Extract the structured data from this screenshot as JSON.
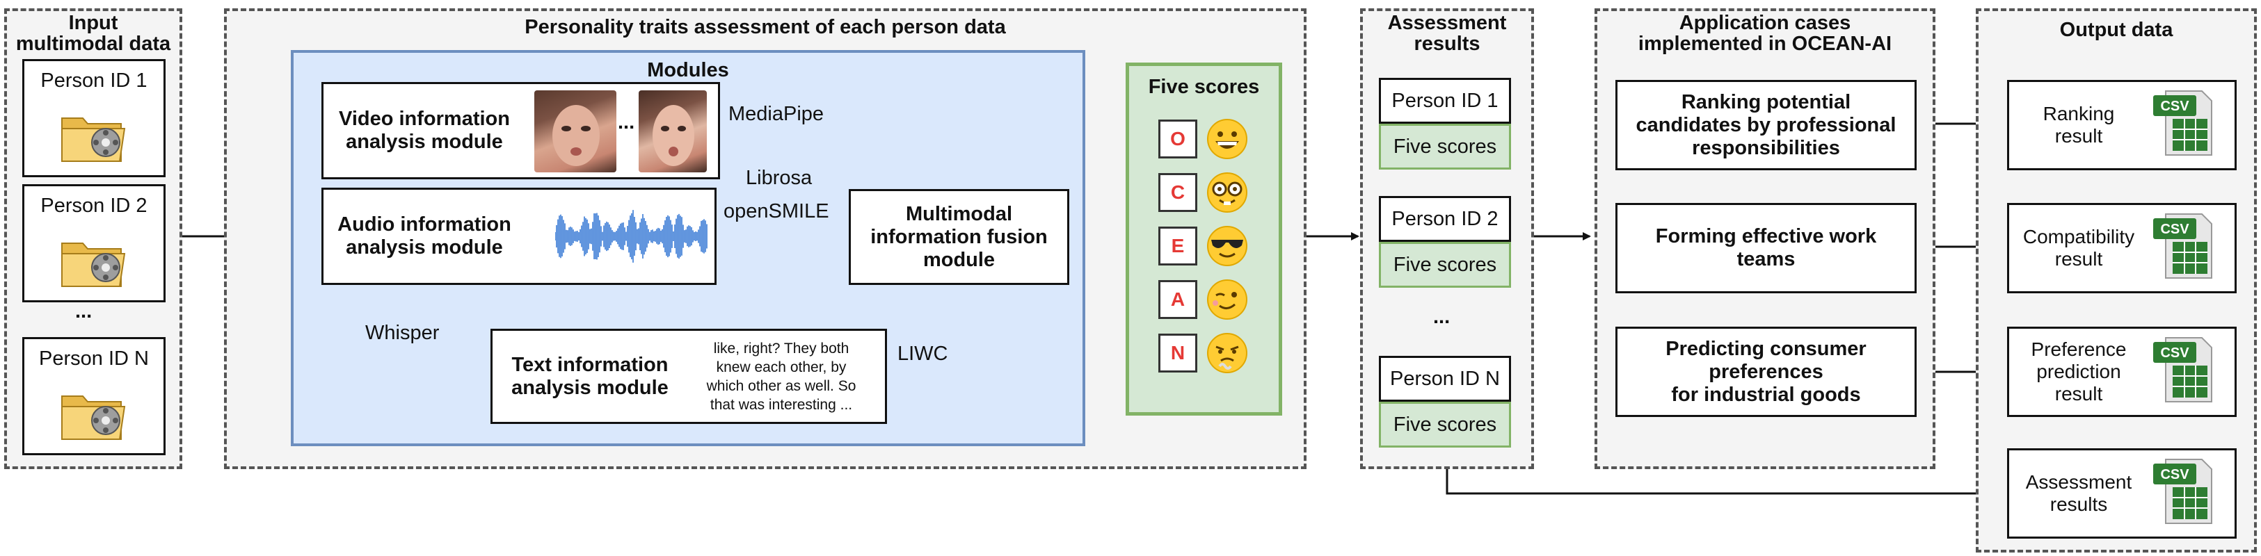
{
  "input": {
    "title": "Input\nmultimodal data",
    "persons": [
      "Person ID 1",
      "Person ID 2",
      "Person ID N"
    ],
    "ellipsis": "..."
  },
  "assessment_panel": {
    "title": "Personality traits assessment of each person data",
    "modules_title": "Modules",
    "video_module": "Video information\nanalysis module",
    "audio_module": "Audio information\nanalysis module",
    "text_module": "Text information\nanalysis module",
    "fusion_module": "Multimodal\ninformation fusion\nmodule",
    "transcript": "like, right? They both\nknew each other, by\nwhich other as well. So\nthat was interesting ...",
    "frames_ellipsis": "...",
    "tools": {
      "mediapipe": "MediaPipe",
      "librosa": "Librosa",
      "opensmile": "openSMILE",
      "whisper": "Whisper",
      "liwc": "LIWC"
    },
    "scores_title": "Five scores",
    "traits": [
      {
        "letter": "O",
        "icon": "grinning-face-icon"
      },
      {
        "letter": "C",
        "icon": "nerd-face-icon"
      },
      {
        "letter": "E",
        "icon": "sunglasses-face-icon"
      },
      {
        "letter": "A",
        "icon": "winking-face-icon"
      },
      {
        "letter": "N",
        "icon": "steam-face-icon"
      }
    ]
  },
  "results": {
    "title": "Assessment\nresults",
    "entries": [
      {
        "person": "Person ID 1",
        "scores": "Five scores"
      },
      {
        "person": "Person ID 2",
        "scores": "Five scores"
      },
      {
        "person": "Person ID N",
        "scores": "Five scores"
      }
    ],
    "ellipsis": "..."
  },
  "applications": {
    "title": "Application cases\nimplemented in OCEAN-AI",
    "cases": [
      "Ranking potential\ncandidates by professional\nresponsibilities",
      "Forming effective work\nteams",
      "Predicting consumer\npreferences\nfor industrial goods"
    ]
  },
  "output": {
    "title": "Output data",
    "items": [
      "Ranking\nresult",
      "Compatibility\nresult",
      "Preference\nprediction\nresult",
      "Assessment\nresults"
    ],
    "file_badge": "CSV"
  },
  "colors": {
    "modules_fill": "#dae8fc",
    "modules_border": "#6c8ebf",
    "scores_fill": "#d5e8d4",
    "scores_border": "#82b366",
    "letter_red": "#e53935",
    "csv_green": "#2e7d32"
  }
}
